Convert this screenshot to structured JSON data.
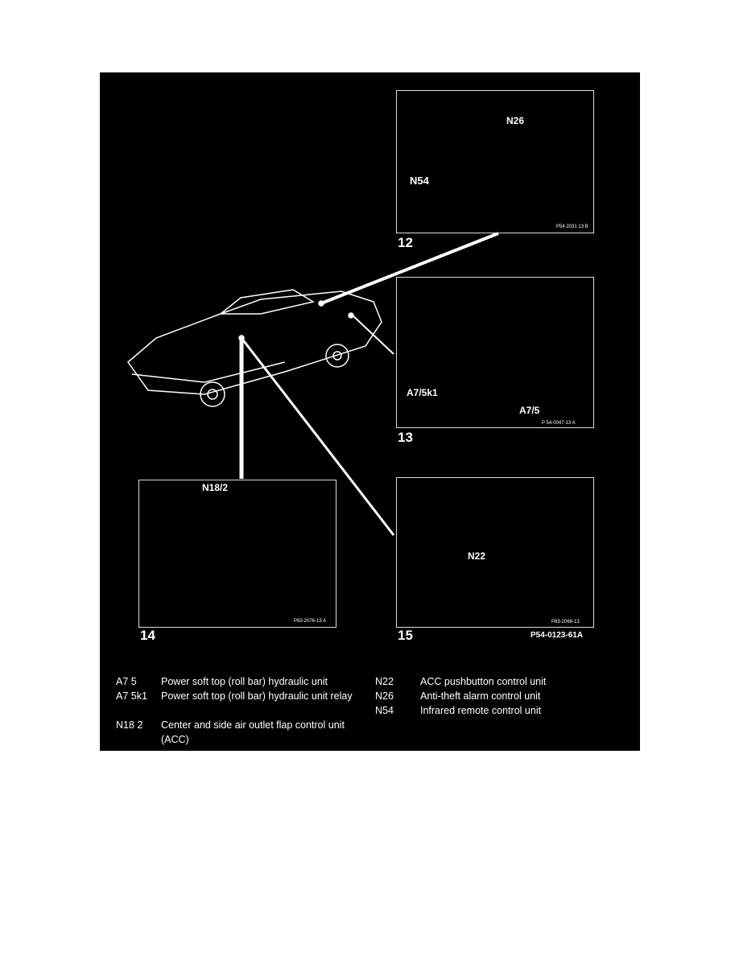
{
  "figures": [
    {
      "number": "12",
      "labels": [
        "N26",
        "N54"
      ],
      "code": "P54 2031 13 B"
    },
    {
      "number": "13",
      "labels": [
        "A7/5k1",
        "A7/5"
      ],
      "code": "P 54-0047-13 A"
    },
    {
      "number": "14",
      "labels": [
        "N18/2"
      ],
      "code": "P83-2076-13 A"
    },
    {
      "number": "15",
      "labels": [
        "N22"
      ],
      "code": "P83-2066-13"
    }
  ],
  "figure_code": "P54-0123-61A",
  "legend": [
    {
      "code": "A7 5",
      "text": "Power soft top (roll bar) hydraulic unit"
    },
    {
      "code": "A7 5k1",
      "text": "Power soft top (roll bar) hydraulic unit relay"
    },
    {
      "code": "N18 2",
      "text": "Center and side air outlet flap control unit (ACC)"
    },
    {
      "code": "N22",
      "text": "ACC pushbutton control unit"
    },
    {
      "code": "N26",
      "text": "Anti-theft alarm control unit"
    },
    {
      "code": "N54",
      "text": "Infrared remote control unit"
    }
  ]
}
